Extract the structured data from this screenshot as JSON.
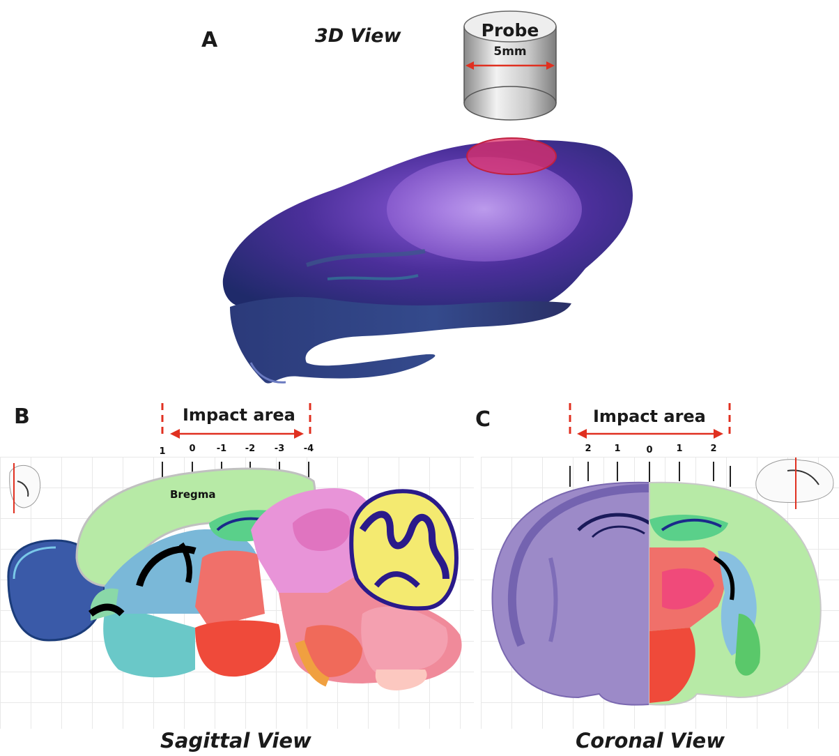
{
  "panel_a": {
    "letter": "A",
    "title": "3D View",
    "probe_label": "Probe",
    "probe_size": "5mm"
  },
  "panel_b": {
    "letter": "B",
    "impact_label": "Impact area",
    "ticks": [
      "1",
      "0",
      "-1",
      "-2",
      "-3",
      "-4"
    ],
    "bregma_label": "Bregma",
    "view_label": "Sagittal View"
  },
  "panel_c": {
    "letter": "C",
    "impact_label": "Impact area",
    "ticks": [
      "2",
      "1",
      "0",
      "1",
      "2"
    ],
    "view_label": "Coronal View"
  },
  "colors": {
    "impact_marker": "#e03020",
    "cortex_green": "#b7eaa6",
    "skull_purple": "#5a2aa8"
  }
}
